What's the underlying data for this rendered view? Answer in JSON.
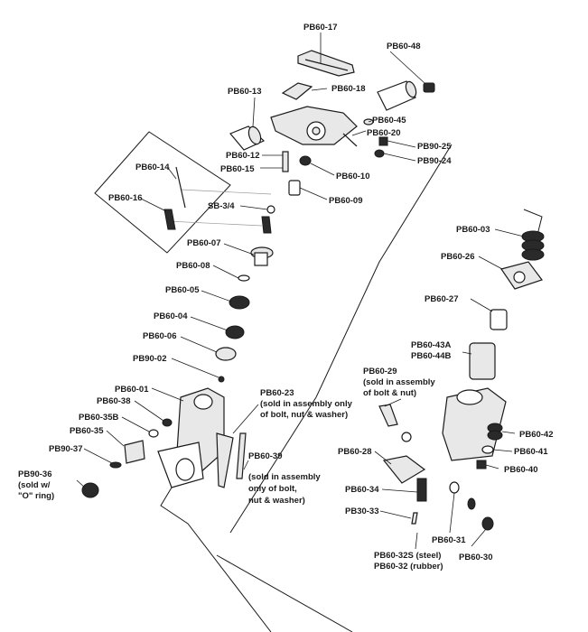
{
  "labels": {
    "pb60_17": "PB60-17",
    "pb60_48": "PB60-48",
    "pb60_13": "PB60-13",
    "pb60_18": "PB60-18",
    "pb60_45": "PB60-45",
    "pb60_20": "PB60-20",
    "pb90_25": "PB90-25",
    "pb90_24": "PB90-24",
    "pb60_12": "PB60-12",
    "pb60_15": "PB60-15",
    "pb60_10": "PB60-10",
    "pb60_14": "PB60-14",
    "pb60_16": "PB60-16",
    "pb60_09": "PB60-09",
    "sb_3_4": "SB-3/4",
    "pb60_07": "PB60-07",
    "pb60_08": "PB60-08",
    "pb60_05": "PB60-05",
    "pb60_04": "PB60-04",
    "pb60_06": "PB60-06",
    "pb90_02": "PB90-02",
    "pb60_01": "PB60-01",
    "pb60_38": "PB60-38",
    "pb60_35b": "PB60-35B",
    "pb60_35": "PB60-35",
    "pb90_37": "PB90-37",
    "pb90_36_a": "PB90-36",
    "pb90_36_b": "(sold w/",
    "pb90_36_c": "\"O\" ring)",
    "pb60_23_a": "PB60-23",
    "pb60_23_b": "(sold in assembly only",
    "pb60_23_c": "of bolt, nut & washer)",
    "pb60_39_a": "PB60-39",
    "pb60_39_b": "(sold in assembly",
    "pb60_39_c": "only of bolt,",
    "pb60_39_d": "nut & washer)",
    "pb60_03": "PB60-03",
    "pb60_26": "PB60-26",
    "pb60_27": "PB60-27",
    "pb60_43a": "PB60-43A",
    "pb60_44b": "PB60-44B",
    "pb60_29_a": "PB60-29",
    "pb60_29_b": "(sold in assembly",
    "pb60_29_c": "of bolt & nut)",
    "pb60_28": "PB60-28",
    "pb60_42": "PB60-42",
    "pb60_41": "PB60-41",
    "pb60_40": "PB60-40",
    "pb60_34": "PB60-34",
    "pb30_33": "PB30-33",
    "pb60_31": "PB60-31",
    "pb60_32s": "PB60-32S (steel)",
    "pb60_32": "PB60-32 (rubber)",
    "pb60_30": "PB60-30"
  }
}
